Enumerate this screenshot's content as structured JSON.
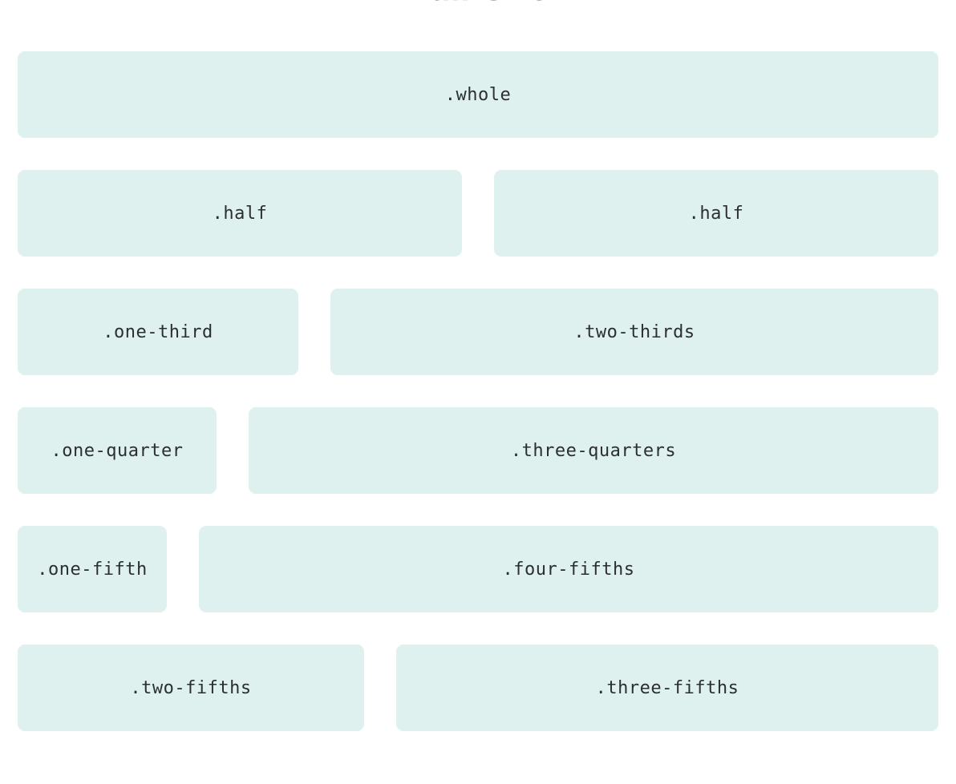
{
  "header": {
    "title": "Full One"
  },
  "grid": {
    "rows": [
      {
        "cells": [
          {
            "label": ".whole"
          }
        ]
      },
      {
        "cells": [
          {
            "label": ".half"
          },
          {
            "label": ".half"
          }
        ]
      },
      {
        "cells": [
          {
            "label": ".one-third"
          },
          {
            "label": ".two-thirds"
          }
        ]
      },
      {
        "cells": [
          {
            "label": ".one-quarter"
          },
          {
            "label": ".three-quarters"
          }
        ]
      },
      {
        "cells": [
          {
            "label": ".one-fifth"
          },
          {
            "label": ".four-fifths"
          }
        ]
      },
      {
        "cells": [
          {
            "label": ".two-fifths"
          },
          {
            "label": ".three-fifths"
          }
        ]
      }
    ]
  },
  "colors": {
    "cell_background": "#dff1ef",
    "cell_text": "#2b2e33",
    "title_text": "#555a5f"
  }
}
